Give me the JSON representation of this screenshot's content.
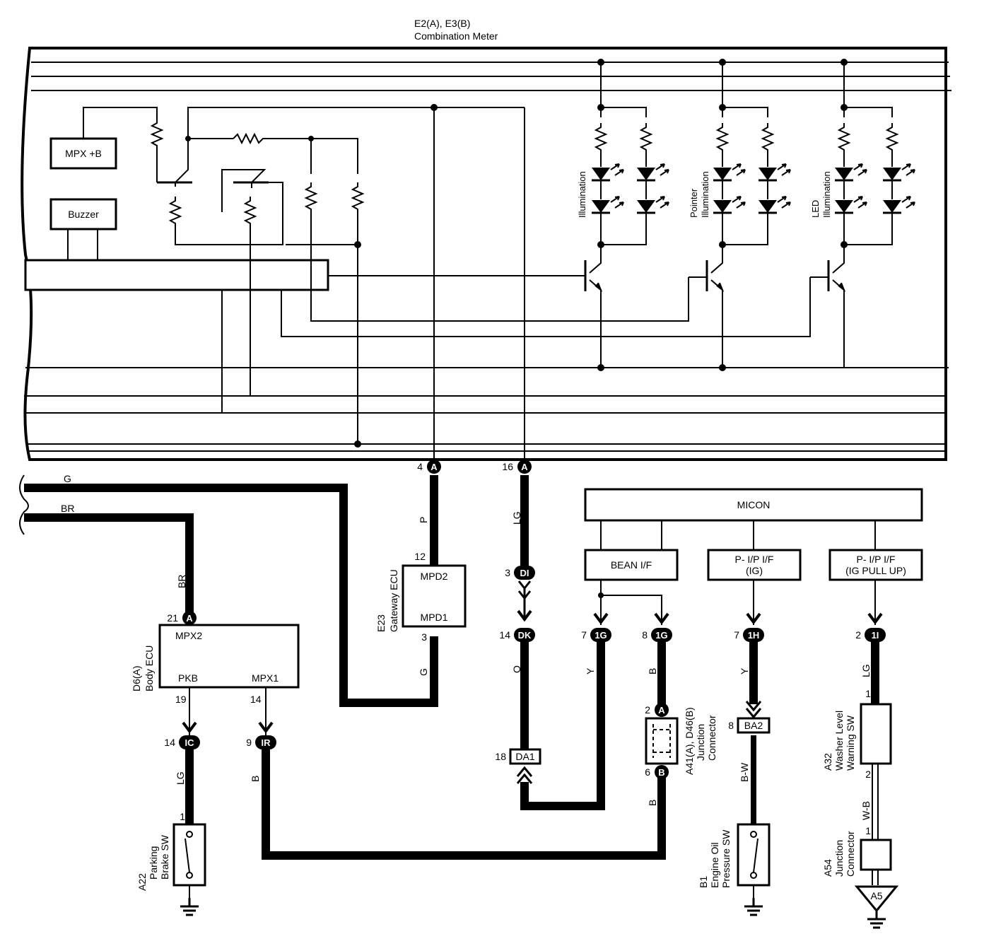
{
  "meter": {
    "title1": "E2(A), E3(B)",
    "title2": "Combination Meter",
    "mpx_b": "MPX +B",
    "buzzer": "Buzzer",
    "led_groups": [
      {
        "label1": "Illumination",
        "label2": ""
      },
      {
        "label1": "Pointer",
        "label2": "Illumination"
      },
      {
        "label1": "LED",
        "label2": "Illumination"
      }
    ],
    "pin_a4": {
      "num": "4",
      "letter": "A"
    },
    "pin_a16": {
      "num": "16",
      "letter": "A"
    }
  },
  "wires": {
    "g": "G",
    "br": "BR",
    "br_v": "BR",
    "p": "P",
    "g_v": "G",
    "lg": "LG",
    "o": "O",
    "y1": "Y",
    "b1": "B",
    "y2": "Y",
    "lg2": "LG",
    "lg3": "LG",
    "b2": "B",
    "b3": "B",
    "bw": "B-W",
    "wb": "W-B"
  },
  "micon": {
    "title": "MICON",
    "bean": "BEAN I/F",
    "pip_ig_1": "P- I/P I/F",
    "pip_ig_2": "(IG)",
    "pip_pu_1": "P- I/P I/F",
    "pip_pu_2": "(IG PULL UP)"
  },
  "gateway": {
    "id": "E23",
    "name": "Gateway ECU",
    "mpd2": "MPD2",
    "mpd1": "MPD1",
    "pin12": "12",
    "pin3": "3"
  },
  "body_ecu": {
    "id": "D6(A)",
    "name": "Body ECU",
    "mpx2": "MPX2",
    "pkb": "PKB",
    "mpx1": "MPX1",
    "pin21": {
      "num": "21",
      "letter": "A"
    },
    "pin19": "19",
    "pin14": "14"
  },
  "connectors": {
    "di": {
      "num": "3",
      "label": "DI"
    },
    "dk": {
      "num": "14",
      "label": "DK"
    },
    "g7": {
      "num": "7",
      "label": "1G"
    },
    "g8": {
      "num": "8",
      "label": "1G"
    },
    "h7": {
      "num": "7",
      "label": "1H"
    },
    "i2": {
      "num": "2",
      "label": "1I"
    },
    "ic": {
      "num": "14",
      "label": "IC"
    },
    "ir": {
      "num": "9",
      "label": "IR"
    },
    "da1": {
      "num": "18",
      "label": "DA1"
    },
    "ba2": {
      "num": "8",
      "label": "BA2"
    },
    "ja2": {
      "num": "2",
      "letter": "A"
    },
    "jb6": {
      "num": "6",
      "letter": "B"
    }
  },
  "junction": {
    "id": "A41(A), D46(B)",
    "name1": "Junction",
    "name2": "Connector"
  },
  "parking": {
    "id": "A22",
    "name1": "Parking",
    "name2": "Brake SW",
    "pin": "1"
  },
  "oil": {
    "id": "B1",
    "name1": "Engine Oil",
    "name2": "Pressure SW"
  },
  "washer": {
    "id": "A32",
    "name1": "Washer Level",
    "name2": "Warning SW",
    "pin1": "1",
    "pin2": "2"
  },
  "jc54": {
    "id": "A54",
    "name1": "Junction",
    "name2": "Connector",
    "pin": "1",
    "ground": "A5"
  }
}
